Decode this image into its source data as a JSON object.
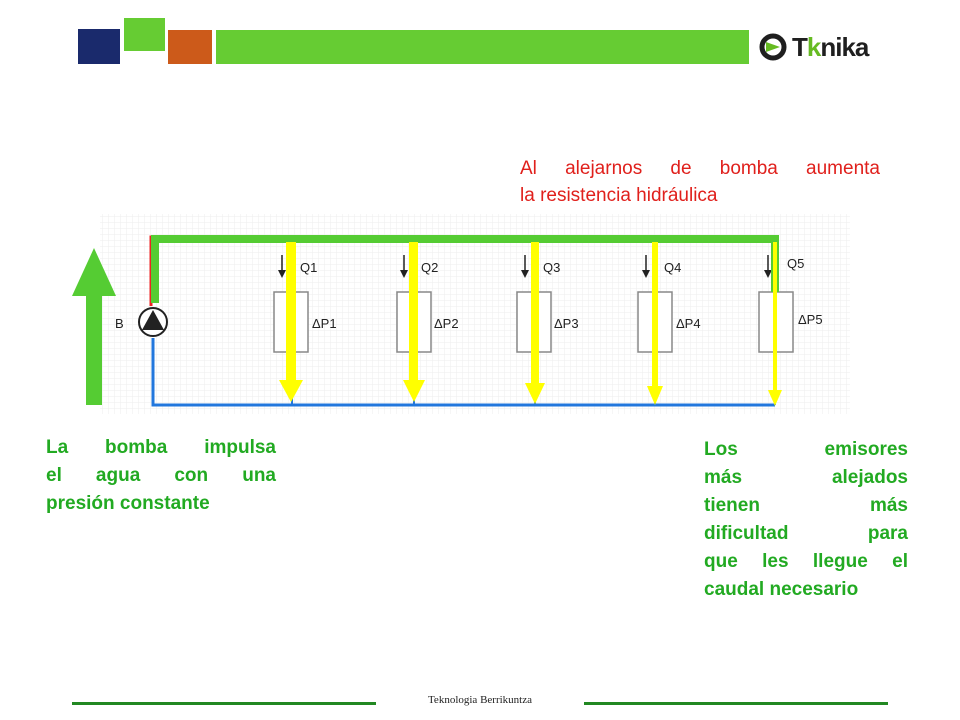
{
  "header": {
    "logo_text_prefix": "T",
    "logo_text_k": "k",
    "logo_text_rest": "nika",
    "colors": {
      "navy": "#1a2a6c",
      "lime": "#66cc33",
      "orange": "#cc5a1a"
    }
  },
  "captions": {
    "top_line1": "Al alejarnos de bomba aumenta",
    "top_line2": "la resistencia hidráulica",
    "left_line1": "La bomba impulsa",
    "left_line2": "el agua con una",
    "left_line3": "presión constante",
    "right_line1": "Los emisores",
    "right_line2": "más alejados",
    "right_line3": "tienen más",
    "right_line4": "dificultad para",
    "right_line5": "que les llegue el",
    "right_line6": "caudal necesario"
  },
  "diagram": {
    "pump_label": "B",
    "emitters": [
      {
        "flow": "Q1",
        "pressure": "ΔP1"
      },
      {
        "flow": "Q2",
        "pressure": "ΔP2"
      },
      {
        "flow": "Q3",
        "pressure": "ΔP3"
      },
      {
        "flow": "Q4",
        "pressure": "ΔP4"
      },
      {
        "flow": "Q5",
        "pressure": "ΔP5"
      }
    ]
  },
  "footer": {
    "text": "Teknologia Berrikuntza"
  }
}
